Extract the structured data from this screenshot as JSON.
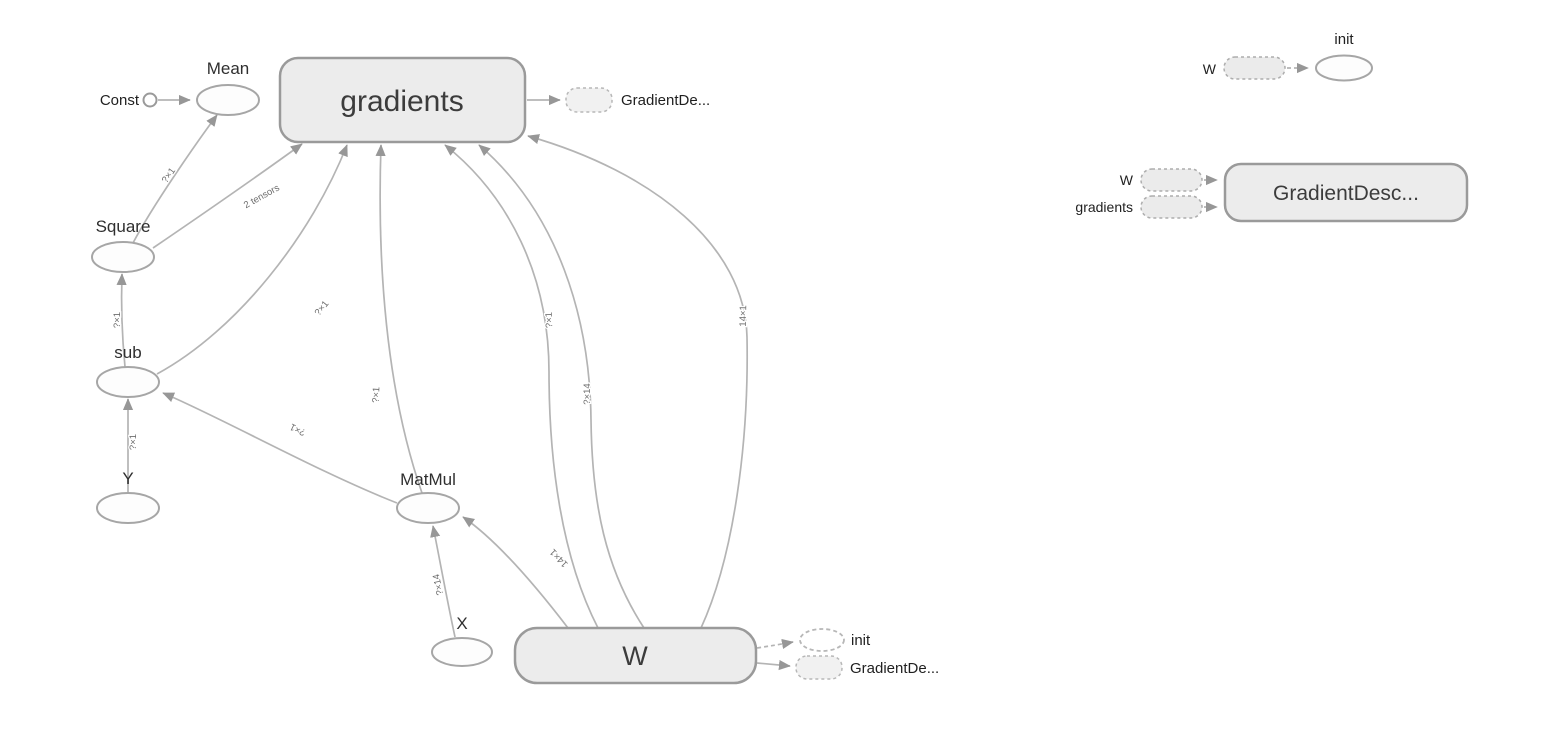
{
  "graph": {
    "nodes": {
      "const": {
        "label": "Const"
      },
      "mean": {
        "label": "Mean"
      },
      "gradients": {
        "label": "gradients"
      },
      "square": {
        "label": "Square"
      },
      "sub": {
        "label": "sub"
      },
      "y": {
        "label": "Y"
      },
      "matmul": {
        "label": "MatMul"
      },
      "x": {
        "label": "X"
      },
      "w": {
        "label": "W"
      }
    },
    "summaries": {
      "gradients_descent": {
        "label": "GradientDe..."
      },
      "w_init": {
        "label": "init"
      },
      "w_descent": {
        "label": "GradientDe..."
      }
    },
    "edges": {
      "square_to_mean": {
        "label": "?×1"
      },
      "square_to_gradients": {
        "label": "2 tensors"
      },
      "sub_to_square": {
        "label": "?×1"
      },
      "sub_to_gradients": {
        "label": "?×1"
      },
      "y_to_sub": {
        "label": "?×1"
      },
      "matmul_to_sub": {
        "label": "?×1"
      },
      "matmul_to_gradients": {
        "label": "?×1"
      },
      "x_to_matmul": {
        "label": "?×14"
      },
      "w_to_matmul": {
        "label": "14×1"
      },
      "gradients_w_a": {
        "label": "?×1"
      },
      "gradients_w_b": {
        "label": "?×14"
      },
      "gradients_w_c": {
        "label": "14×1"
      }
    }
  },
  "aux_init": {
    "title": "init",
    "input_w": "W"
  },
  "aux_gradient_descent": {
    "title": "GradientDesc...",
    "input_w": "W",
    "input_gradients": "gradients"
  },
  "colors": {
    "edge": "#b4b4b4",
    "namespace_fill": "#ececec",
    "namespace_stroke": "#9a9a9a",
    "node_stroke": "#a6a6a6"
  }
}
